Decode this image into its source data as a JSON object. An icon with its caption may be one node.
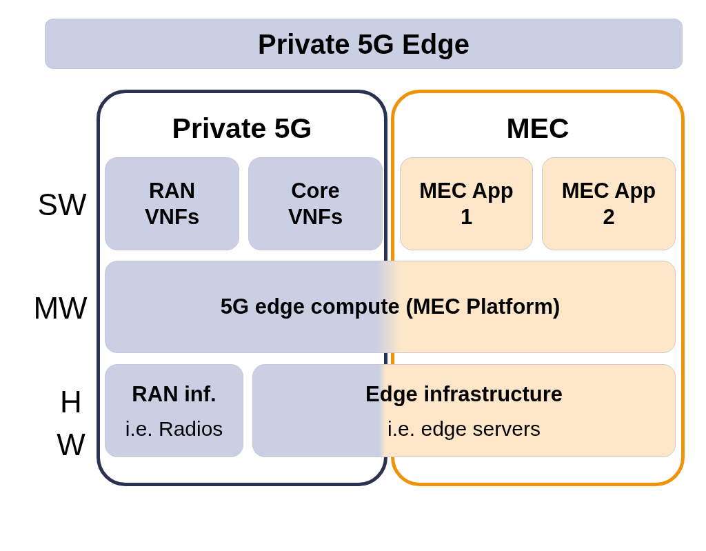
{
  "diagram": {
    "nodes": [
      {
        "text": [
          "Private 5G Edge"
        ]
      },
      {
        "text": [
          "Private 5G"
        ]
      },
      {
        "text": [
          "MEC"
        ]
      },
      {
        "text": [
          "RAN VNFs"
        ],
        "in": 1
      },
      {
        "text": [
          "Core VNFs"
        ],
        "in": 1
      },
      {
        "text": [
          "MEC App 1"
        ],
        "in": 2
      },
      {
        "text": [
          "MEC App 2"
        ],
        "in": 2
      },
      {
        "text": [
          "5G edge compute (MEC Platform)"
        ]
      },
      {
        "text": [
          "RAN inf.",
          "i.e. Radios"
        ],
        "in": 1
      },
      {
        "text": [
          "Edge infrastructure",
          "i.e. edge servers"
        ]
      }
    ],
    "labels": [
      "SW",
      "MW",
      "H W"
    ]
  }
}
